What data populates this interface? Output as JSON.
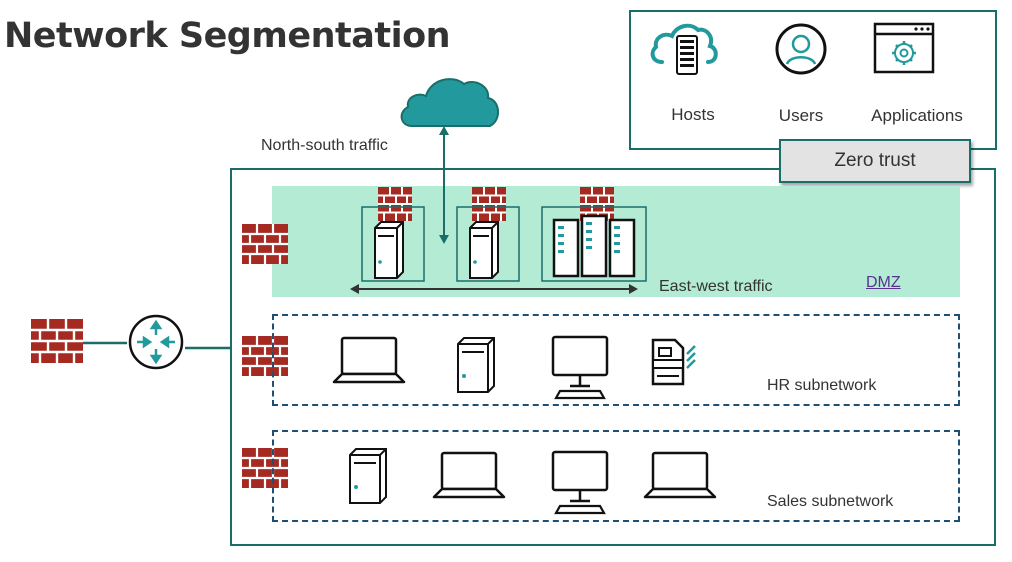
{
  "title": "Network Segmentation",
  "zero_trust": {
    "label": "Zero trust",
    "items": [
      {
        "label": "Hosts",
        "icon": "cloud-server-icon"
      },
      {
        "label": "Users",
        "icon": "user-icon"
      },
      {
        "label": "Applications",
        "icon": "app-window-gear-icon"
      }
    ]
  },
  "traffic": {
    "north_south": "North-south traffic",
    "east_west": "East-west traffic"
  },
  "zones": {
    "dmz": "DMZ",
    "hr": "HR subnetwork",
    "sales": "Sales subnetwork"
  },
  "colors": {
    "teal": "#1a6e6a",
    "cloud": "#22999c",
    "dmz_fill": "#b3ebd4",
    "firewall": "#a52a22",
    "dashed_border": "#1f4f73"
  }
}
